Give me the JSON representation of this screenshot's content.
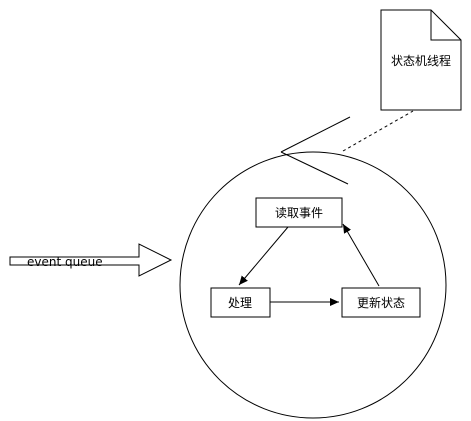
{
  "diagram": {
    "document_label": "状态机线程",
    "input_label": "event queue",
    "nodes": {
      "read_event": "读取事件",
      "process": "处理",
      "update_state": "更新状态"
    },
    "colors": {
      "stroke": "#000000",
      "fill": "#ffffff",
      "text": "#000000"
    }
  }
}
